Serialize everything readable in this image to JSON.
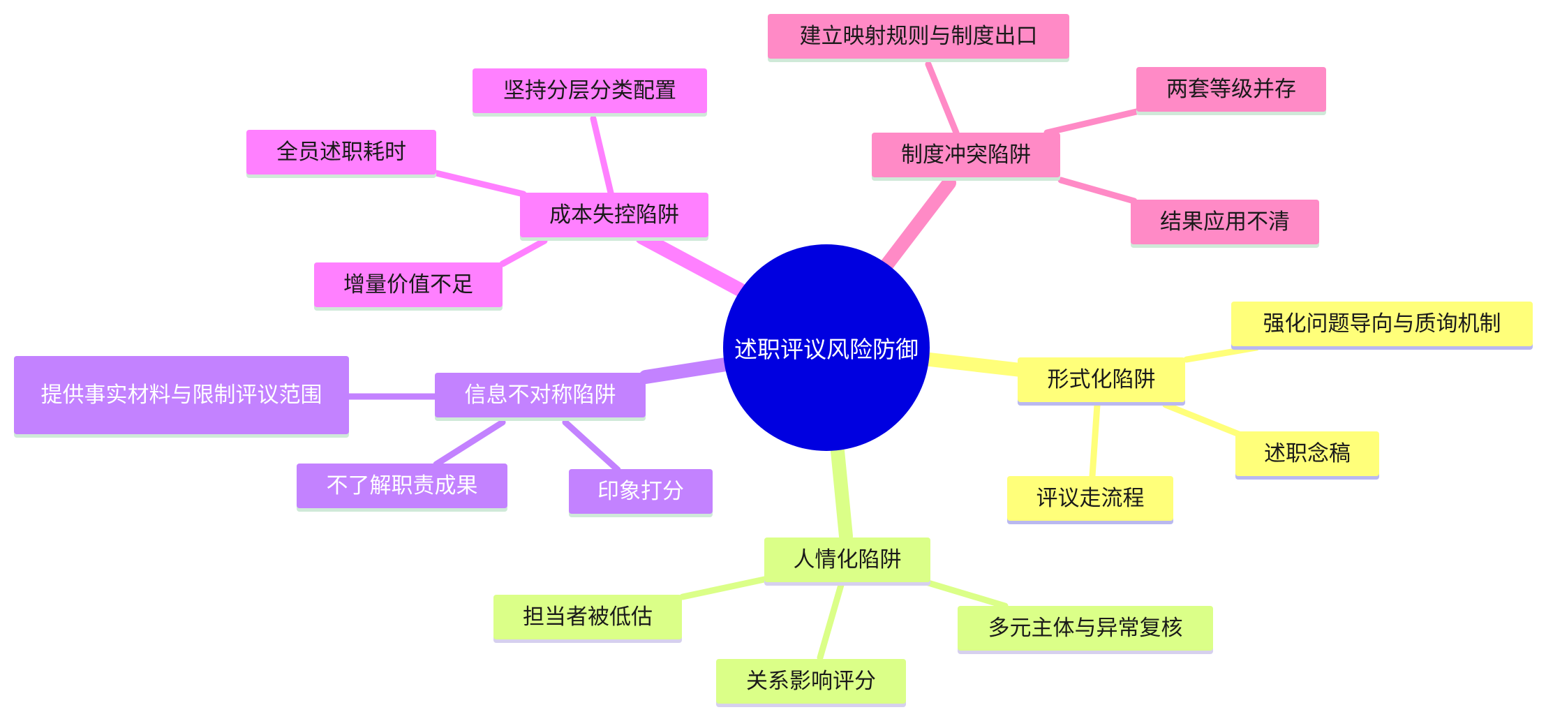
{
  "center": {
    "label": "述职评议风险防御",
    "color": "#0000e0"
  },
  "branches": [
    {
      "id": "cost",
      "label": "成本失控陷阱",
      "color": "#ff80ff",
      "children": [
        "坚持分层分类配置",
        "全员述职耗时",
        "增量价值不足"
      ]
    },
    {
      "id": "system",
      "label": "制度冲突陷阱",
      "color": "#ff8ac6",
      "children": [
        "建立映射规则与制度出口",
        "两套等级并存",
        "结果应用不清"
      ]
    },
    {
      "id": "formal",
      "label": "形式化陷阱",
      "color": "#ffff7a",
      "children": [
        "强化问题导向与质询机制",
        "述职念稿",
        "评议走流程"
      ]
    },
    {
      "id": "favor",
      "label": "人情化陷阱",
      "color": "#dbff88",
      "children": [
        "担当者被低估",
        "关系影响评分",
        "多元主体与异常复核"
      ]
    },
    {
      "id": "info",
      "label": "信息不对称陷阱",
      "color": "#c382ff",
      "children": [
        "提供事实材料与限制评议范围",
        "不了解职责成果",
        "印象打分"
      ]
    }
  ]
}
